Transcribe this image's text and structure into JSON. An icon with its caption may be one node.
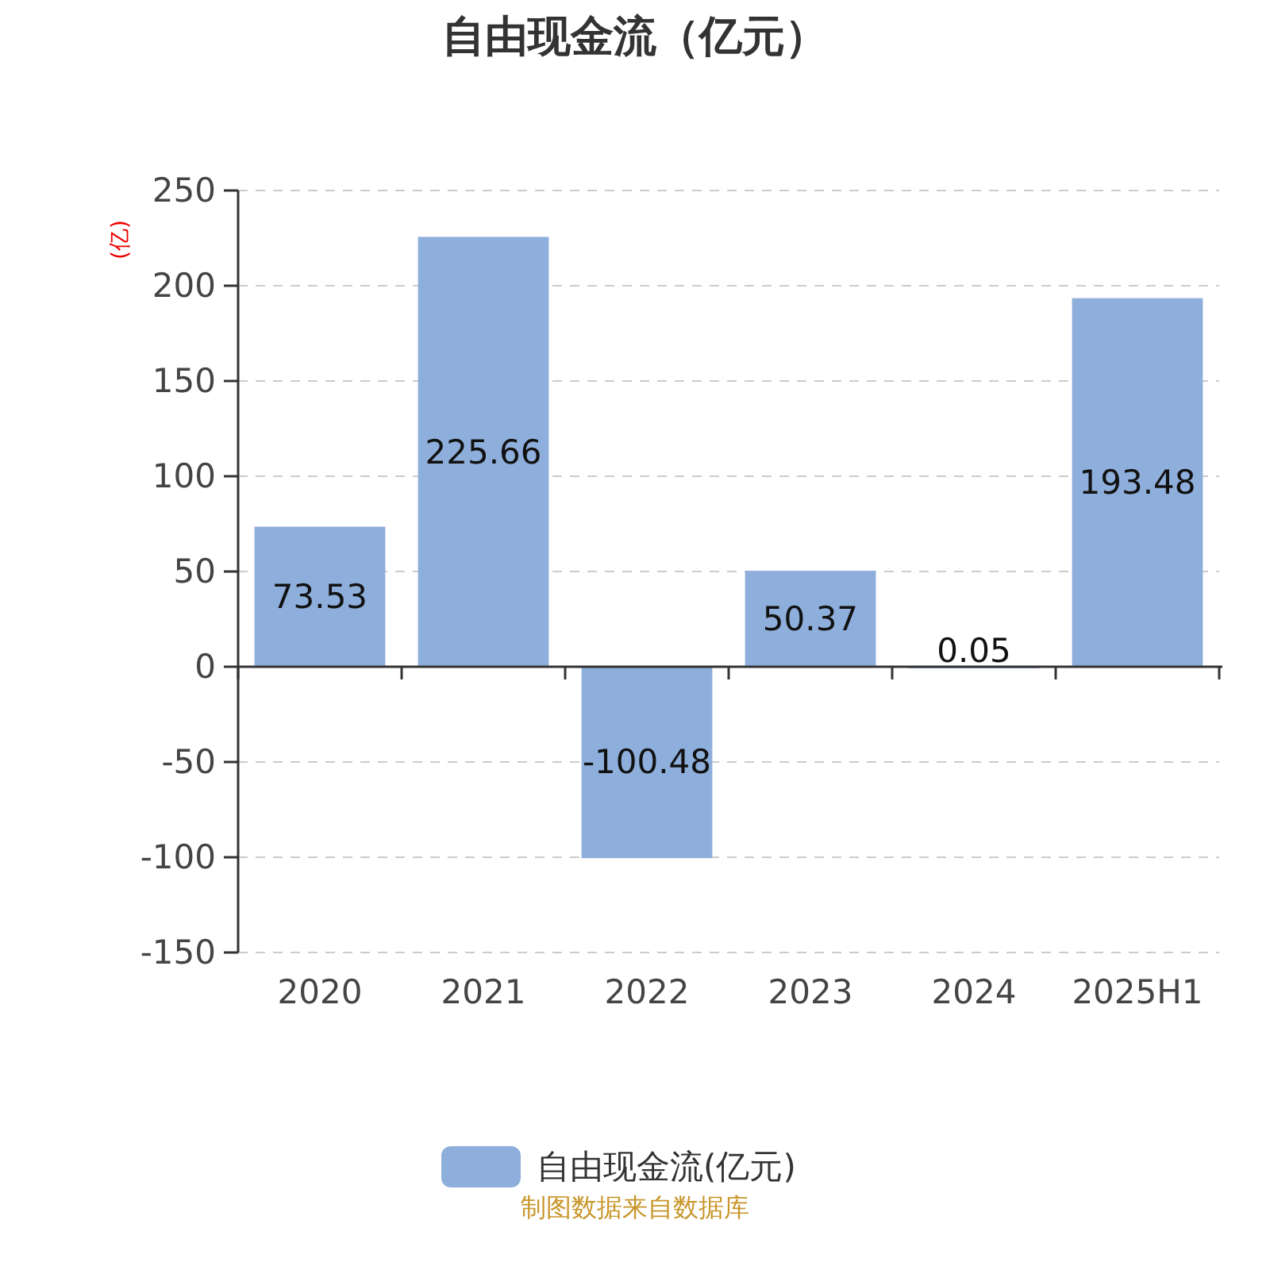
{
  "diagram": {
    "title": "自由现金流（亿元）",
    "labels": [
      "制图数据来自数据库"
    ],
    "chart_data": {
      "type": "bar",
      "ylabel": "(亿)",
      "categories": [
        "2020",
        "2021",
        "2022",
        "2023",
        "2024",
        "2025H1"
      ],
      "series": [
        {
          "name": "自由现金流(亿元)",
          "color": "#8eaedb",
          "values": [
            73.53,
            225.66,
            -100.48,
            50.37,
            0.05,
            193.48
          ]
        }
      ],
      "ylim": [
        -150,
        250
      ],
      "grid": true,
      "yticks": [
        -150,
        -100,
        -50,
        0,
        50,
        100,
        150,
        200,
        250
      ],
      "data_labels": true
    }
  }
}
